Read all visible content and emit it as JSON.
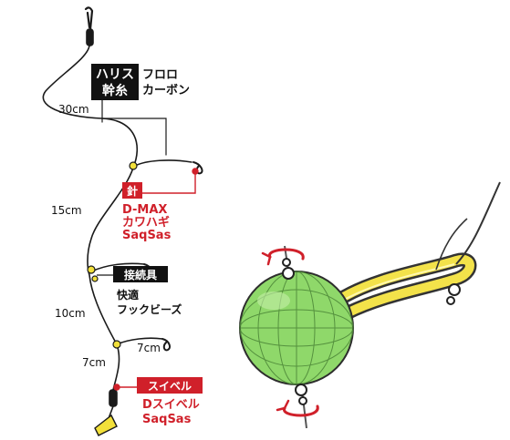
{
  "labels": {
    "harisu": "ハリス",
    "mikiito": "幹糸",
    "fluoro_line1": "フロロ",
    "fluoro_line2": "カーボン",
    "len_30": "30cm",
    "len_15": "15cm",
    "len_10": "10cm",
    "len_7a": "7cm",
    "len_7b": "7cm",
    "hook_tag": "針",
    "hook_line1": "D-MAX",
    "hook_line2": "カワハギ",
    "hook_line3": "SaqSas",
    "connector_tag": "接続具",
    "connector_line1": "快適",
    "connector_line2": "フックビーズ",
    "swivel_tag": "スイベル",
    "swivel_line1": "Dスイベル",
    "swivel_line2": "SaqSas"
  },
  "colors": {
    "line": "#1a1a1a",
    "accent_red": "#d0202a",
    "black_box": "#111111",
    "bead_yellow": "#f2e03a",
    "sinker_green": "#8fd86a",
    "sinker_stroke": "#4f8a3a",
    "snap_yellow": "#f3e24a"
  },
  "icons": {
    "rotate_top": "rotate-arrow-icon",
    "rotate_bottom": "rotate-arrow-icon"
  }
}
